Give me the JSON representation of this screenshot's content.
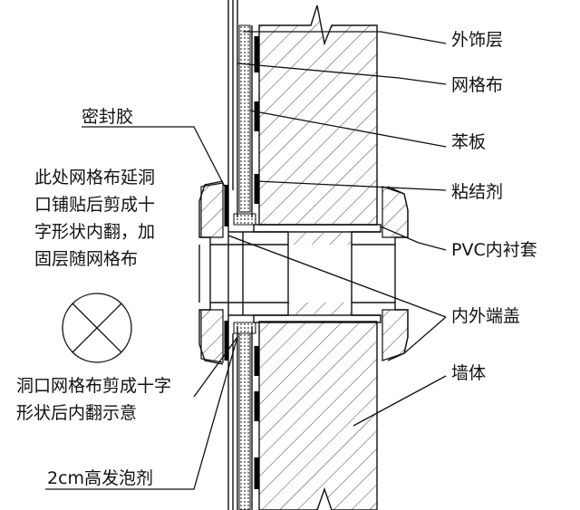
{
  "labels_right": {
    "finish_layer": "外饰层",
    "mesh_cloth": "网格布",
    "eps_board": "苯板",
    "adhesive": "粘结剂",
    "pvc_sleeve": "PVC内衬套",
    "end_caps": "内外端盖",
    "wall": "墙体"
  },
  "labels_left": {
    "sealant": "密封胶",
    "mesh_note_line1": "此处网格布延洞",
    "mesh_note_line2": "口铺贴后剪成十",
    "mesh_note_line3": "字形状内翻，加",
    "mesh_note_line4": "固层随网格布",
    "cross_note_line1": "洞口网格布剪成十字",
    "cross_note_line2": "形状后内翻示意",
    "foam": "2cm高发泡剂"
  },
  "colors": {
    "line": "#111111",
    "hatch": "#444444",
    "background": "#ffffff"
  }
}
